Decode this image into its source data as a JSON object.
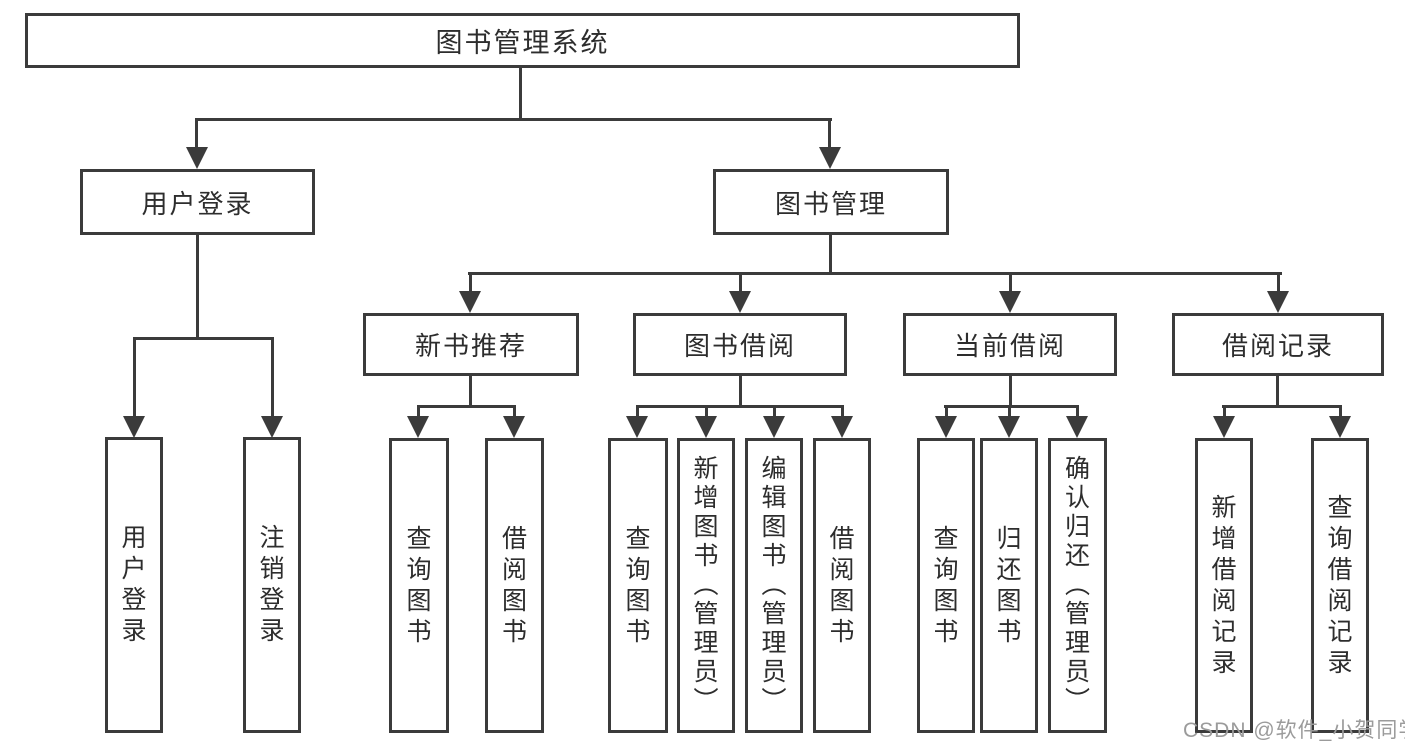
{
  "diagram": {
    "title": "图书管理系统",
    "kind": "function-structure-tree"
  },
  "tree": {
    "root": {
      "label": "图书管理系统"
    },
    "branches": [
      {
        "label": "用户登录",
        "children": [
          {
            "label": "用户登录"
          },
          {
            "label": "注销登录"
          }
        ]
      },
      {
        "label": "图书管理",
        "children": [
          {
            "label": "新书推荐",
            "children": [
              {
                "label": "查询图书"
              },
              {
                "label": "借阅图书"
              }
            ]
          },
          {
            "label": "图书借阅",
            "children": [
              {
                "label": "查询图书"
              },
              {
                "label": "新增图书（管理员）"
              },
              {
                "label": "编辑图书（管理员）"
              },
              {
                "label": "借阅图书"
              }
            ]
          },
          {
            "label": "当前借阅",
            "children": [
              {
                "label": "查询图书"
              },
              {
                "label": "归还图书"
              },
              {
                "label": "确认归还（管理员）"
              }
            ]
          },
          {
            "label": "借阅记录",
            "children": [
              {
                "label": "新增借阅记录"
              },
              {
                "label": "查询借阅记录"
              }
            ]
          }
        ]
      }
    ]
  },
  "watermark": {
    "text": "CSDN @软件_小贺同学",
    "color": "#9b9b9b"
  },
  "colors": {
    "line": "#3b3b3b",
    "text": "#2d2d2d",
    "background": "#ffffff"
  }
}
